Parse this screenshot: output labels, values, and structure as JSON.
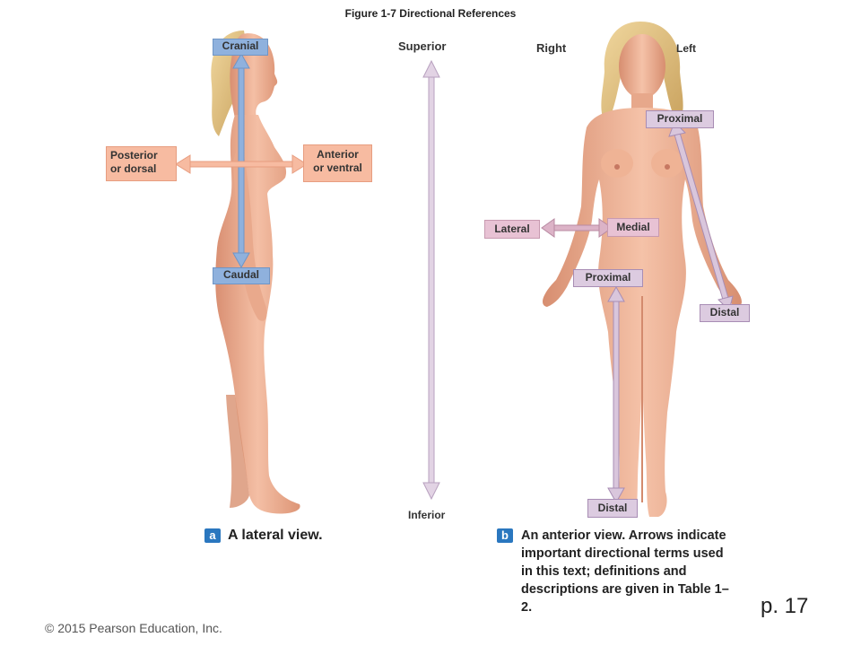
{
  "figure_title": "Figure 1-7  Directional References",
  "lateral_view": {
    "labels": {
      "cranial": "Cranial",
      "caudal": "Caudal",
      "posterior": "Posterior\nor dorsal",
      "anterior": "Anterior\nor ventral"
    },
    "badge": "a",
    "caption": "A lateral view."
  },
  "center_axis": {
    "superior": "Superior",
    "inferior": "Inferior"
  },
  "anterior_view": {
    "labels": {
      "right": "Right",
      "left": "Left",
      "proximal_arm": "Proximal",
      "distal_arm": "Distal",
      "lateral": "Lateral",
      "medial": "Medial",
      "proximal_leg": "Proximal",
      "distal_leg": "Distal"
    },
    "badge": "b",
    "caption": "An anterior view. Arrows indicate important directional terms used in this text; definitions and descriptions are given in Table 1–2."
  },
  "page_number": "p. 17",
  "copyright": "© 2015 Pearson Education, Inc.",
  "colors": {
    "skin": "#f2b49a",
    "skin_shadow": "#dc9478",
    "hair": "#e2c27f",
    "blue_arrow": "#8fb1dd",
    "salmon_arrow": "#f7bba1",
    "lavender_arrow": "#d9c6dc",
    "badge": "#2a77bf"
  }
}
